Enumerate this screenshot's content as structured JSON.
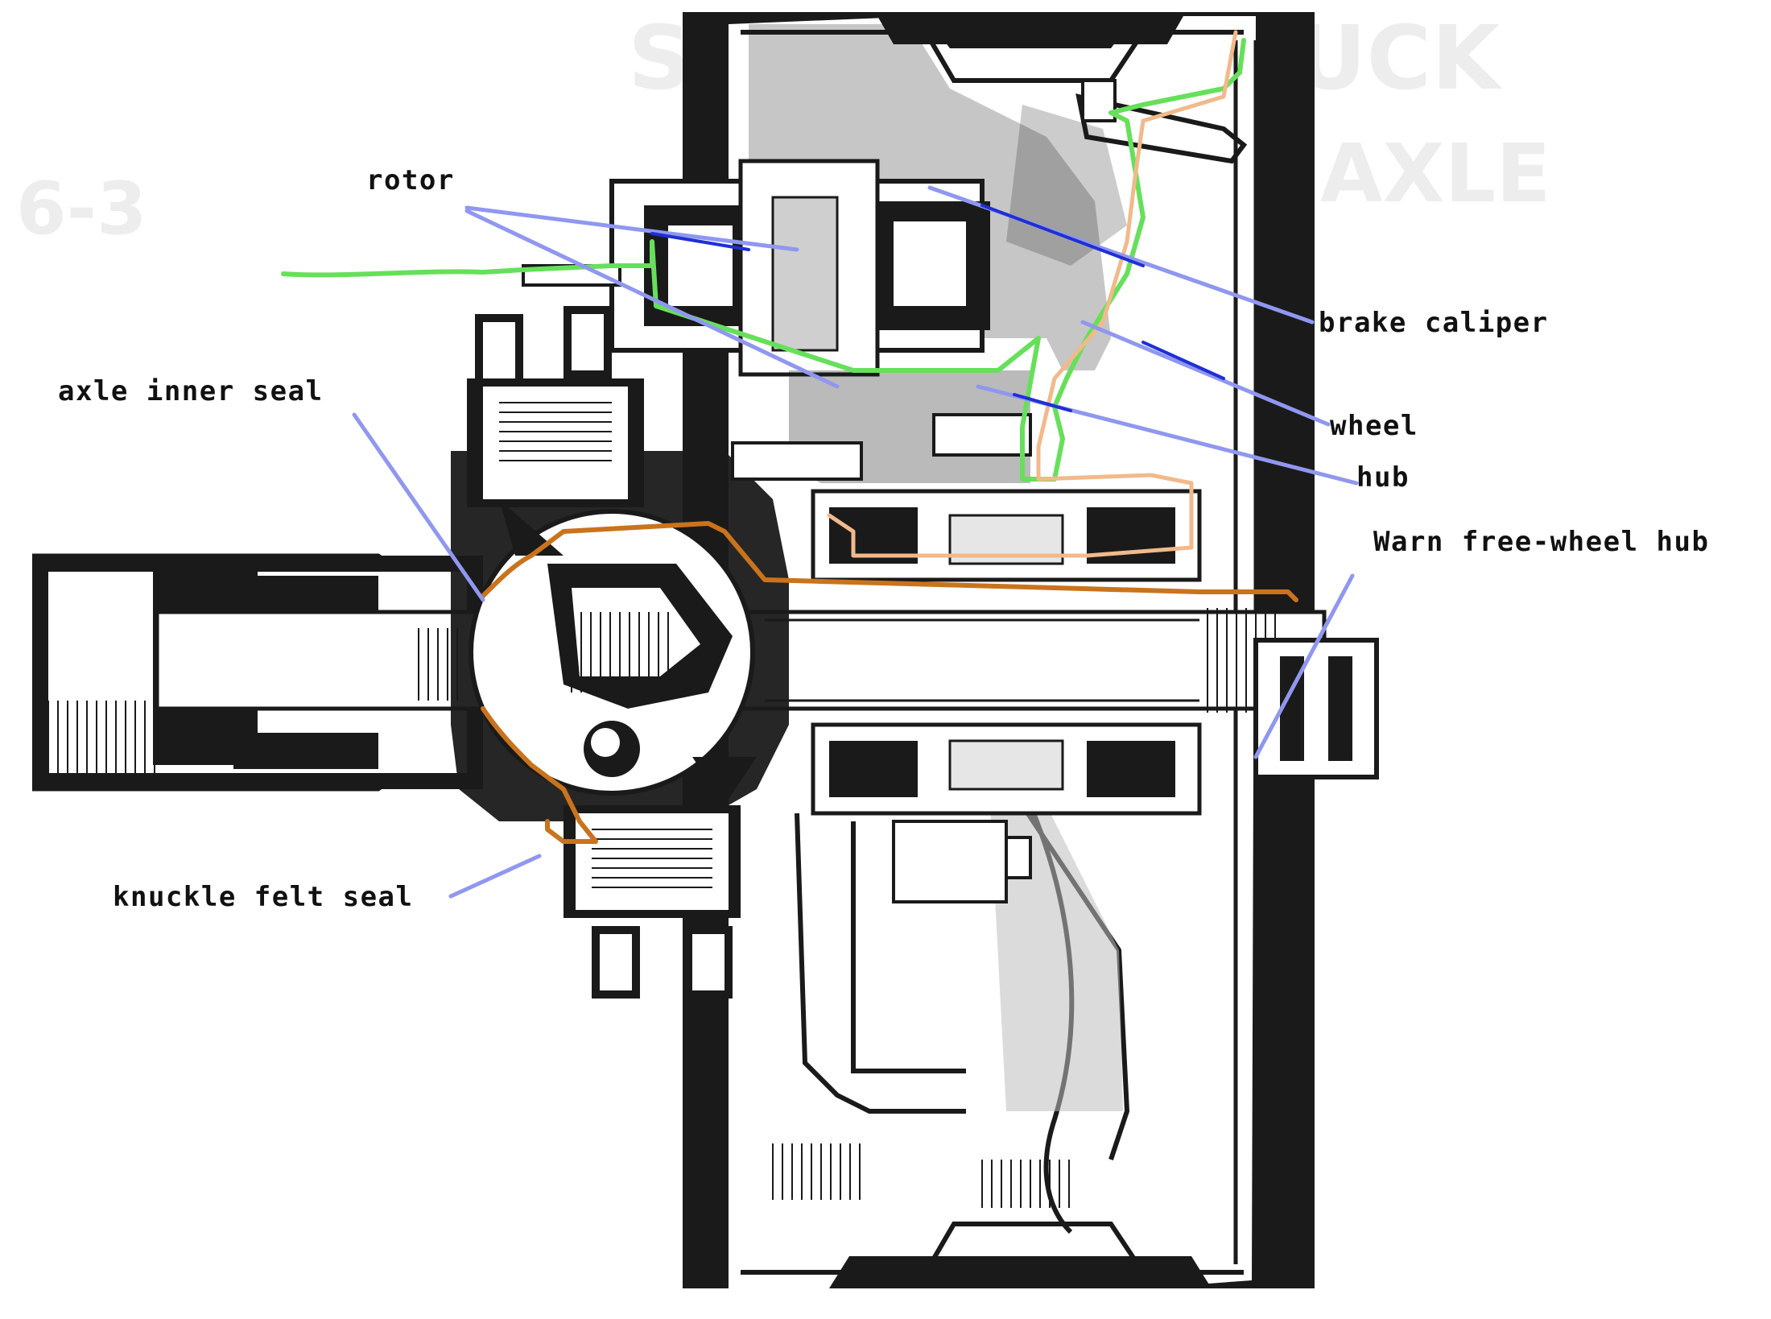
{
  "labels": {
    "rotor": "rotor",
    "axle_inner_seal": "axle inner seal",
    "knuckle_felt_seal": "knuckle felt seal",
    "brake_caliper": "brake caliper",
    "wheel": "wheel",
    "hub": "hub",
    "warn_hub": "Warn free-wheel hub"
  },
  "colors": {
    "leader": "#8f97f0",
    "leader_dark": "#1f2fd6",
    "green_line": "#66e05a",
    "orange_line": "#c9731d",
    "light_orange_line": "#f2b98a",
    "ink": "#1a1a1a"
  },
  "icons": {
    "diagram": "steering-knuckle-cutaway-drawing"
  }
}
